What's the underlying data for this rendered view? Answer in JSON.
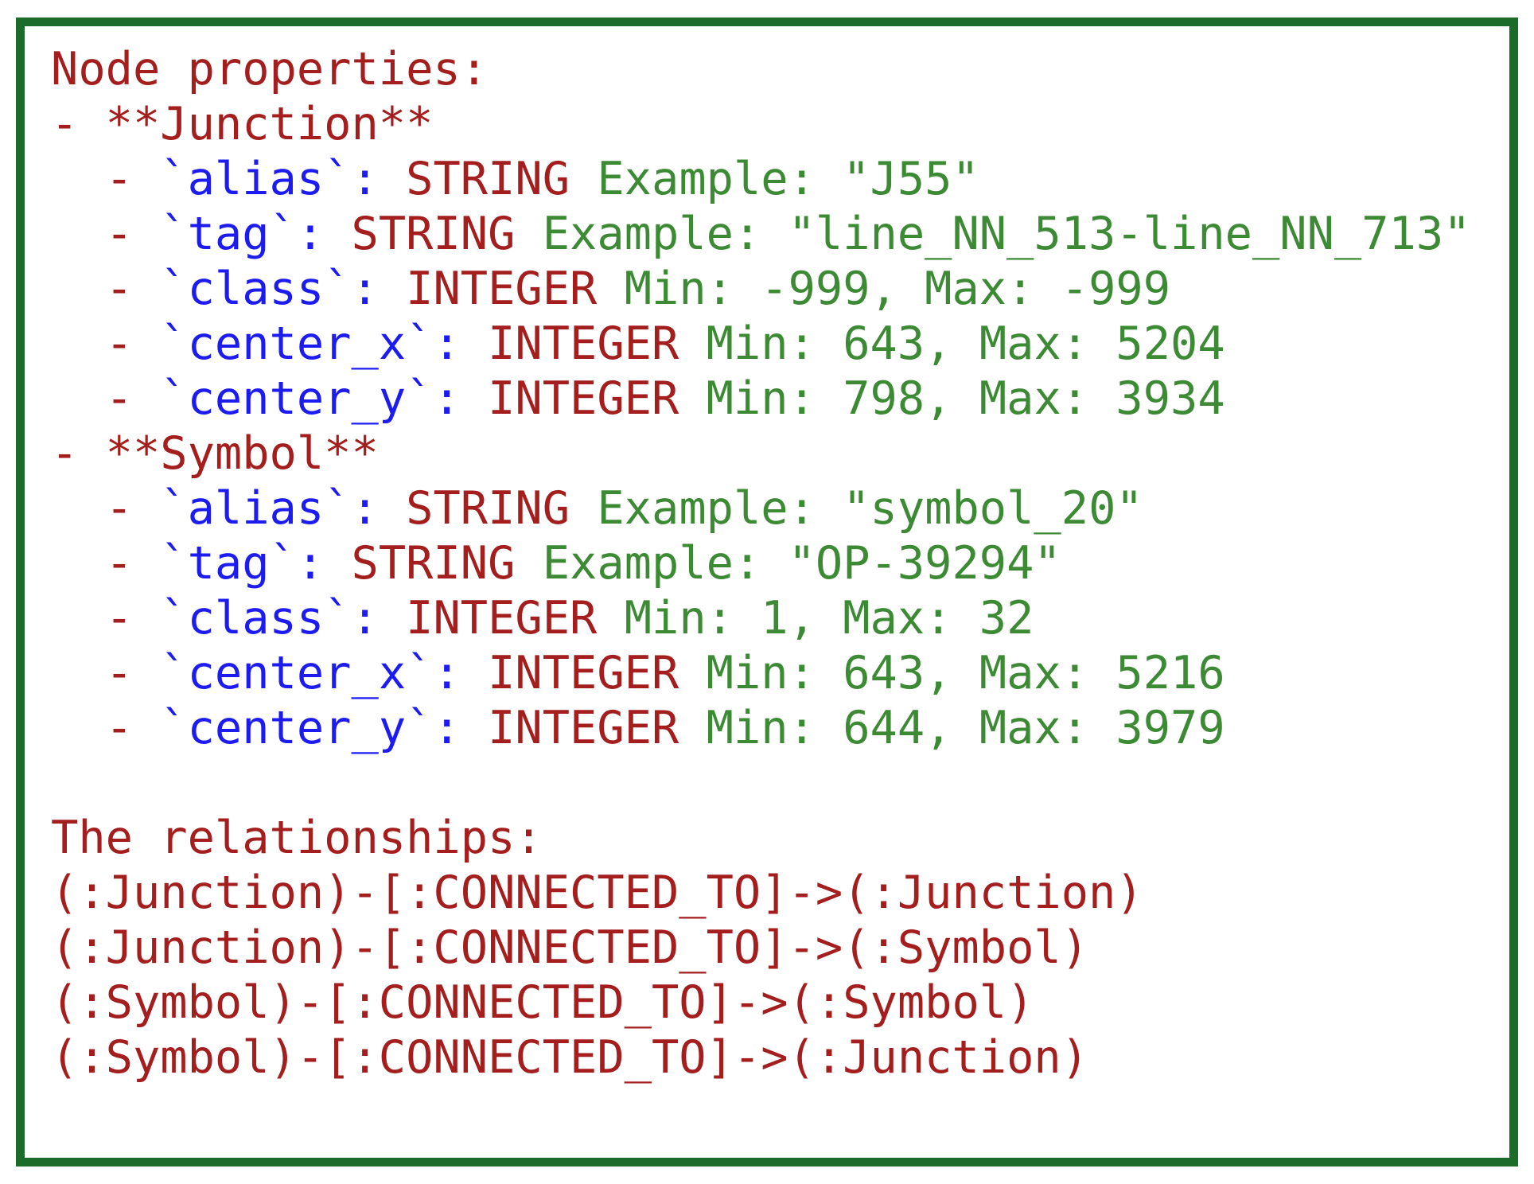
{
  "colors": {
    "red": "#A41E1E",
    "blue": "#1C1CF0",
    "green": "#3C8A34",
    "border": "#1D6B2A",
    "background": "#FFFFFF"
  },
  "lines": [
    {
      "name": "node-properties-heading",
      "segments": [
        {
          "c": "red",
          "t": "Node properties:"
        }
      ]
    },
    {
      "name": "junction-label",
      "segments": [
        {
          "c": "red",
          "t": "- **Junction**"
        }
      ]
    },
    {
      "name": "junction-alias",
      "segments": [
        {
          "c": "red",
          "t": "  - "
        },
        {
          "c": "blue",
          "t": "`alias`:"
        },
        {
          "c": "red",
          "t": " STRING"
        },
        {
          "c": "green",
          "t": " Example: \"J55\""
        }
      ]
    },
    {
      "name": "junction-tag",
      "segments": [
        {
          "c": "red",
          "t": "  - "
        },
        {
          "c": "blue",
          "t": "`tag`:"
        },
        {
          "c": "red",
          "t": " STRING"
        },
        {
          "c": "green",
          "t": " Example: \"line_NN_513-line_NN_713\""
        }
      ]
    },
    {
      "name": "junction-class",
      "segments": [
        {
          "c": "red",
          "t": "  - "
        },
        {
          "c": "blue",
          "t": "`class`:"
        },
        {
          "c": "red",
          "t": " INTEGER"
        },
        {
          "c": "green",
          "t": " Min: -999, Max: -999"
        }
      ]
    },
    {
      "name": "junction-center-x",
      "segments": [
        {
          "c": "red",
          "t": "  - "
        },
        {
          "c": "blue",
          "t": "`center_x`:"
        },
        {
          "c": "red",
          "t": " INTEGER"
        },
        {
          "c": "green",
          "t": " Min: 643, Max: 5204"
        }
      ]
    },
    {
      "name": "junction-center-y",
      "segments": [
        {
          "c": "red",
          "t": "  - "
        },
        {
          "c": "blue",
          "t": "`center_y`:"
        },
        {
          "c": "red",
          "t": " INTEGER"
        },
        {
          "c": "green",
          "t": " Min: 798, Max: 3934"
        }
      ]
    },
    {
      "name": "symbol-label",
      "segments": [
        {
          "c": "red",
          "t": "- **Symbol**"
        }
      ]
    },
    {
      "name": "symbol-alias",
      "segments": [
        {
          "c": "red",
          "t": "  - "
        },
        {
          "c": "blue",
          "t": "`alias`:"
        },
        {
          "c": "red",
          "t": " STRING"
        },
        {
          "c": "green",
          "t": " Example: \"symbol_20\""
        }
      ]
    },
    {
      "name": "symbol-tag",
      "segments": [
        {
          "c": "red",
          "t": "  - "
        },
        {
          "c": "blue",
          "t": "`tag`:"
        },
        {
          "c": "red",
          "t": " STRING"
        },
        {
          "c": "green",
          "t": " Example: \"OP-39294\""
        }
      ]
    },
    {
      "name": "symbol-class",
      "segments": [
        {
          "c": "red",
          "t": "  - "
        },
        {
          "c": "blue",
          "t": "`class`:"
        },
        {
          "c": "red",
          "t": " INTEGER"
        },
        {
          "c": "green",
          "t": " Min: 1, Max: 32"
        }
      ]
    },
    {
      "name": "symbol-center-x",
      "segments": [
        {
          "c": "red",
          "t": "  - "
        },
        {
          "c": "blue",
          "t": "`center_x`:"
        },
        {
          "c": "red",
          "t": " INTEGER"
        },
        {
          "c": "green",
          "t": " Min: 643, Max: 5216"
        }
      ]
    },
    {
      "name": "symbol-center-y",
      "segments": [
        {
          "c": "red",
          "t": "  - "
        },
        {
          "c": "blue",
          "t": "`center_y`:"
        },
        {
          "c": "red",
          "t": " INTEGER"
        },
        {
          "c": "green",
          "t": " Min: 644, Max: 3979"
        }
      ]
    },
    {
      "name": "blank-line",
      "segments": []
    },
    {
      "name": "relationships-heading",
      "segments": [
        {
          "c": "red",
          "t": "The relationships:"
        }
      ]
    },
    {
      "name": "rel-junction-junction",
      "segments": [
        {
          "c": "red",
          "t": "(:Junction)-[:CONNECTED_TO]->(:Junction)"
        }
      ]
    },
    {
      "name": "rel-junction-symbol",
      "segments": [
        {
          "c": "red",
          "t": "(:Junction)-[:CONNECTED_TO]->(:Symbol)"
        }
      ]
    },
    {
      "name": "rel-symbol-symbol",
      "segments": [
        {
          "c": "red",
          "t": "(:Symbol)-[:CONNECTED_TO]->(:Symbol)"
        }
      ]
    },
    {
      "name": "rel-symbol-junction",
      "segments": [
        {
          "c": "red",
          "t": "(:Symbol)-[:CONNECTED_TO]->(:Junction)"
        }
      ]
    }
  ]
}
